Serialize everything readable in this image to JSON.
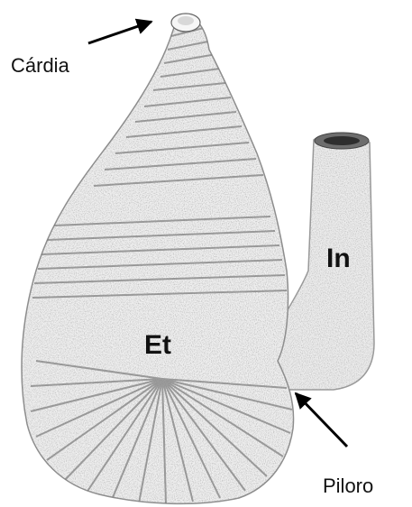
{
  "labels": {
    "cardia": "Cárdia",
    "piloro": "Piloro",
    "stomach": "Et",
    "intestine": "In"
  }
}
